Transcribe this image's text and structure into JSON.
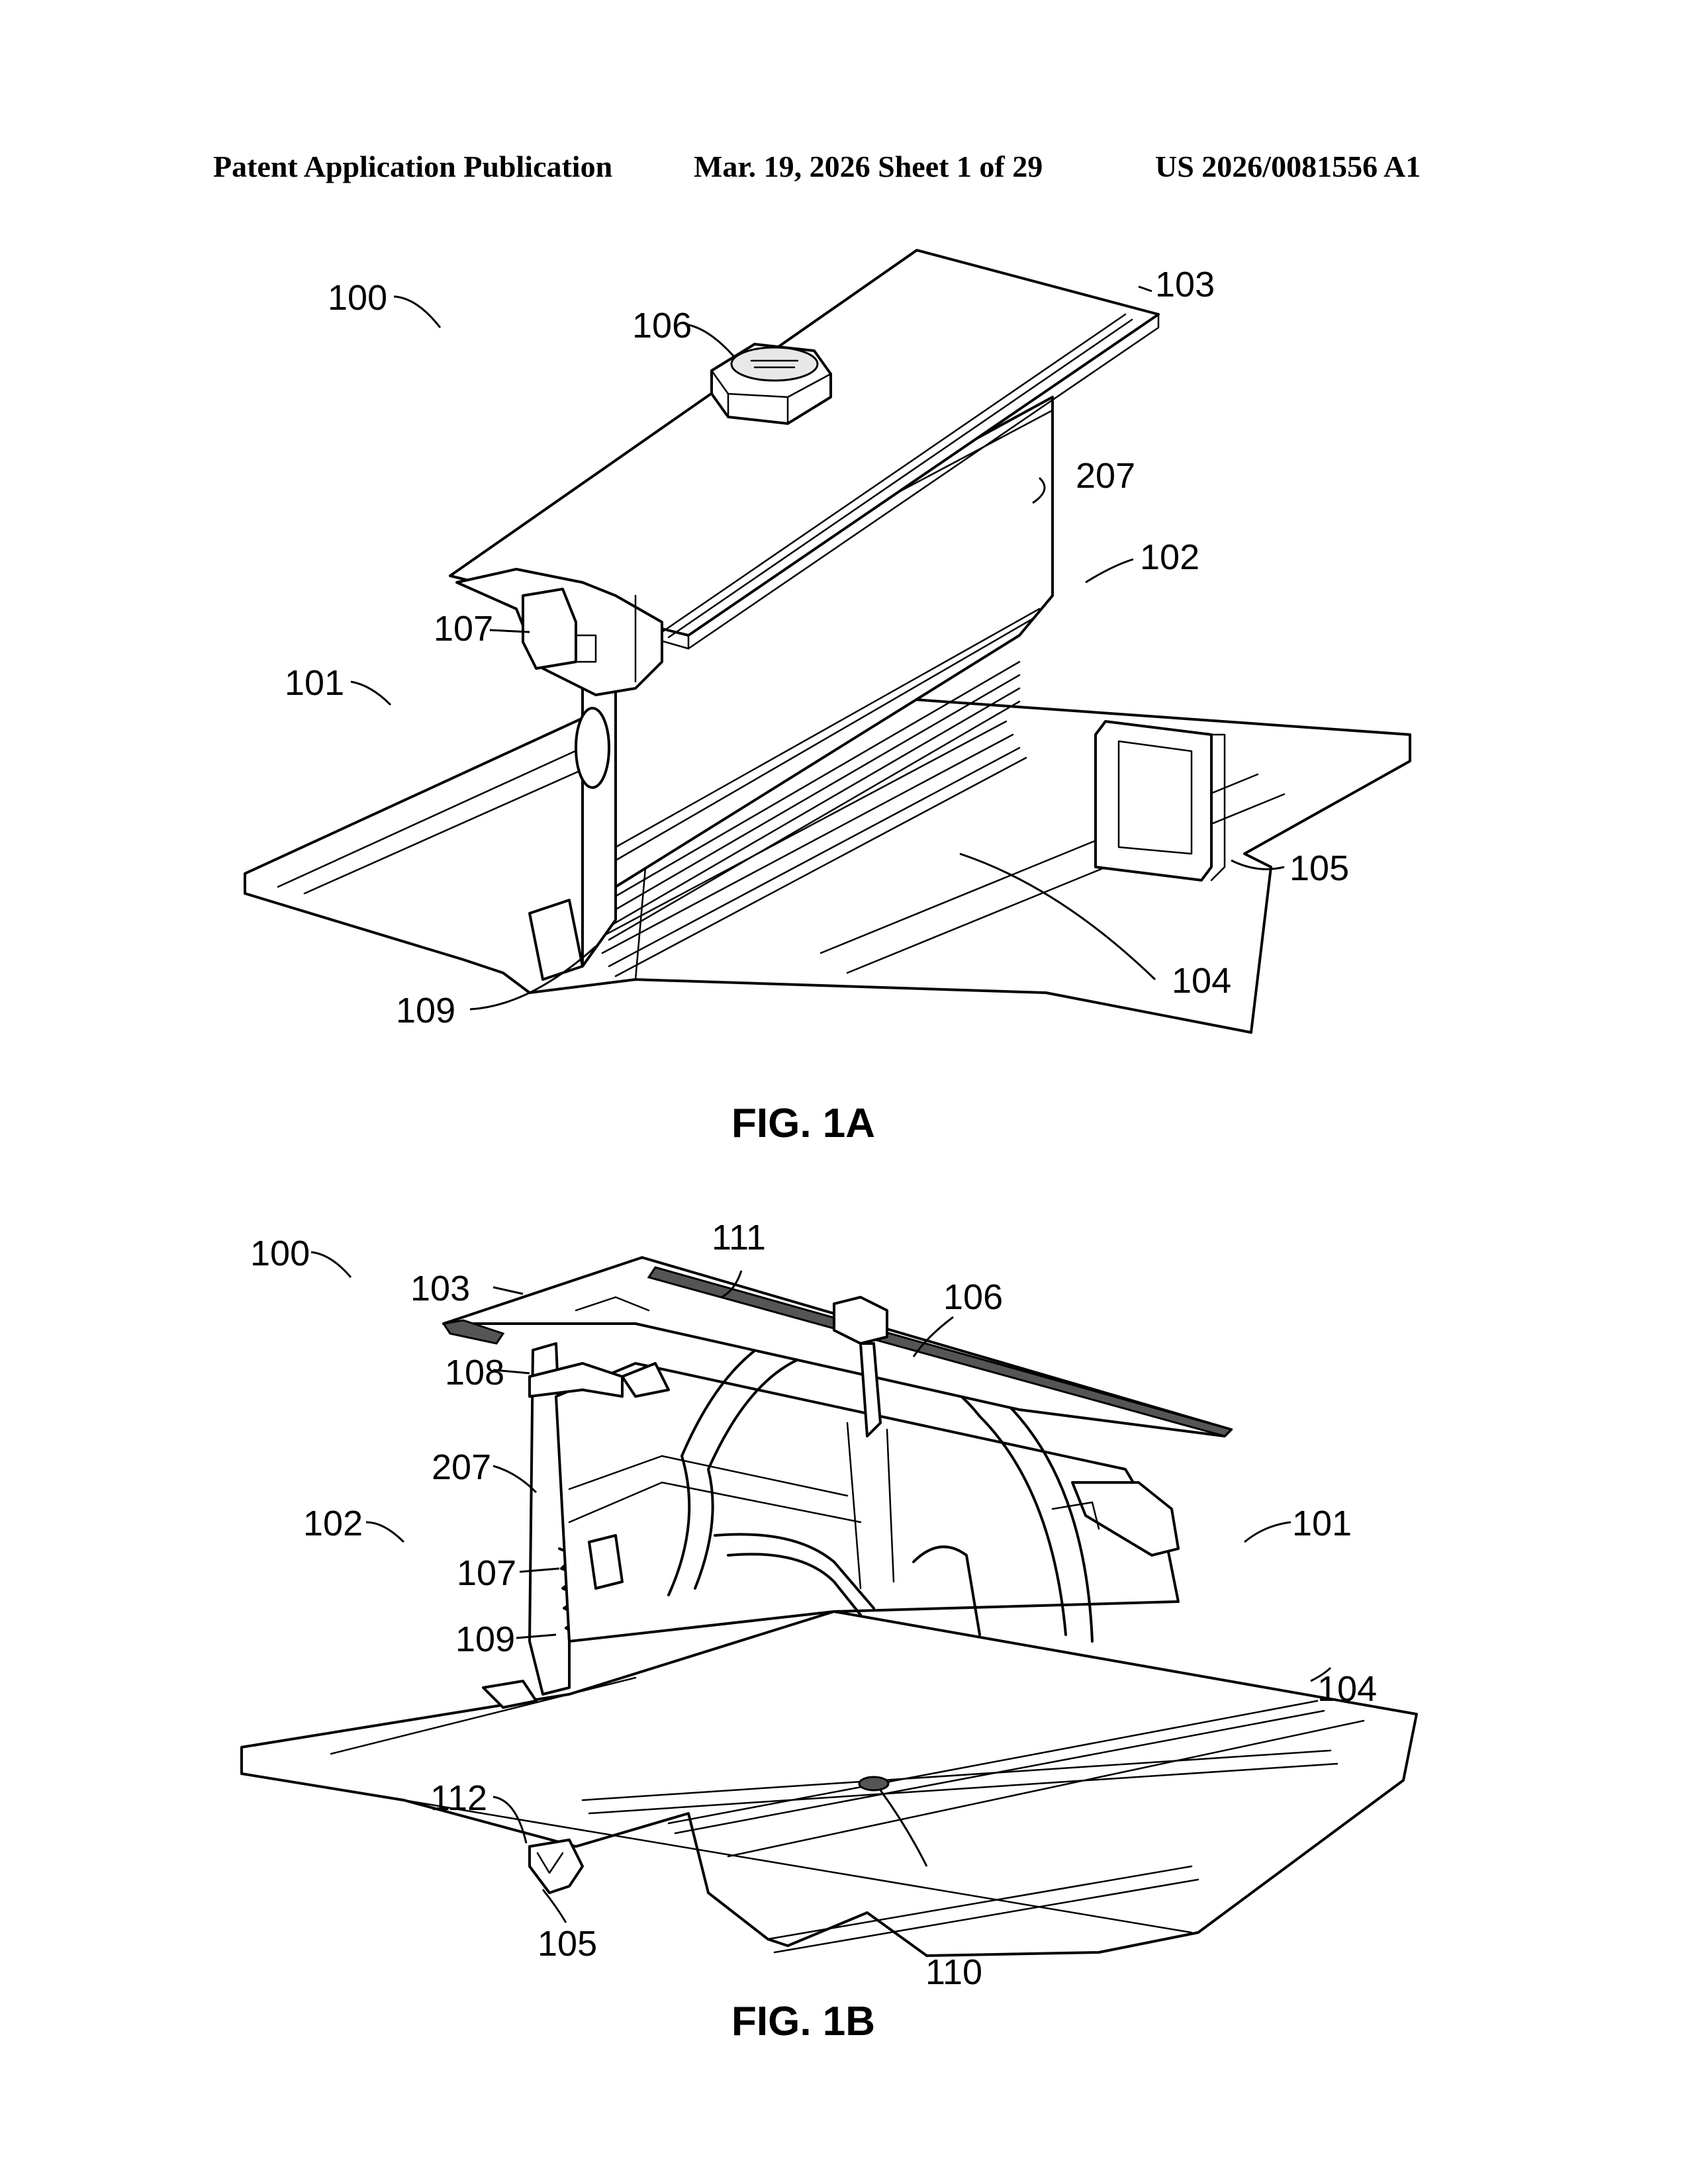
{
  "header": {
    "left": "Patent Application Publication",
    "middle": "Mar. 19, 2026  Sheet 1 of 29",
    "right": "US 2026/0081556 A1"
  },
  "figure_1a": {
    "caption": "FIG. 1A",
    "refs": {
      "r100": "100",
      "r101": "101",
      "r102": "102",
      "r103": "103",
      "r104": "104",
      "r105": "105",
      "r106": "106",
      "r107": "107",
      "r109": "109",
      "r207": "207"
    }
  },
  "figure_1b": {
    "caption": "FIG. 1B",
    "refs": {
      "r100": "100",
      "r101": "101",
      "r102": "102",
      "r103": "103",
      "r104": "104",
      "r105": "105",
      "r106": "106",
      "r107": "107",
      "r108": "108",
      "r109": "109",
      "r110": "110",
      "r111": "111",
      "r112": "112",
      "r207": "207"
    }
  }
}
